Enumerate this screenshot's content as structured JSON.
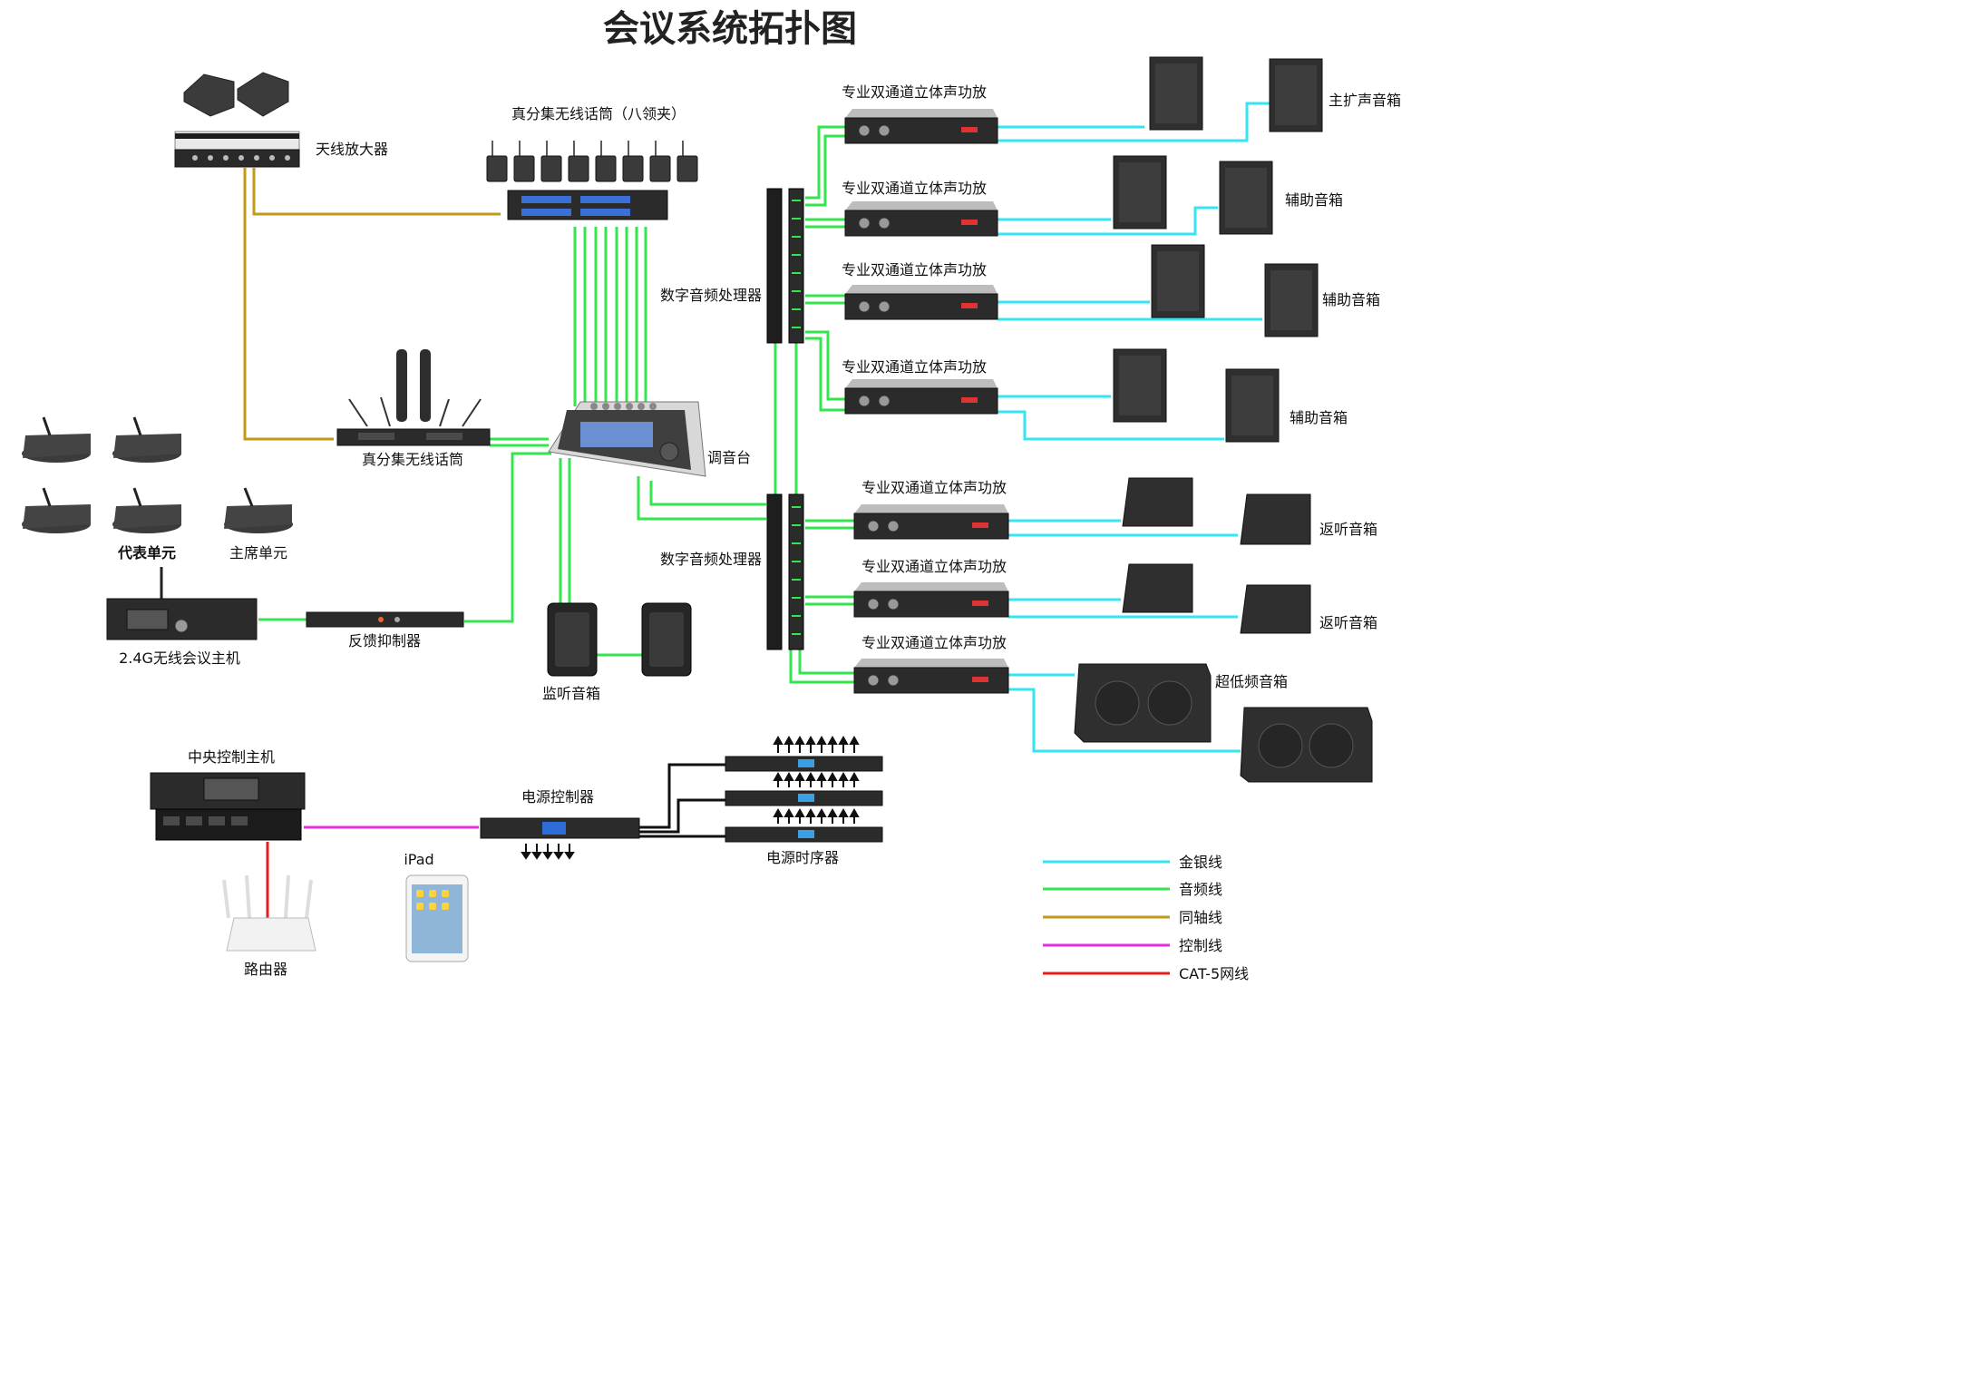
{
  "title": "会议系统拓扑图",
  "labels": {
    "antenna_amp": "天线放大器",
    "wireless_mic_8": "真分集无线话筒（八领夹）",
    "wireless_mic": "真分集无线话筒",
    "mixer": "调音台",
    "dsp": "数字音频处理器",
    "amp": "专业双通道立体声功放",
    "main_speaker": "主扩声音箱",
    "aux_speaker": "辅助音箱",
    "monitor_speaker_stage": "返听音箱",
    "subwoofer": "超低频音箱",
    "delegate_unit": "代表单元",
    "chairman_unit": "主席单元",
    "conference_host": "2.4G无线会议主机",
    "feedback_suppressor": "反馈抑制器",
    "monitor_speaker": "监听音箱",
    "central_control": "中央控制主机",
    "power_controller": "电源控制器",
    "power_sequencer": "电源时序器",
    "ipad": "iPad",
    "router": "路由器"
  },
  "legend": [
    {
      "label": "金银线",
      "color": "#33e6f2"
    },
    {
      "label": "音频线",
      "color": "#33e64d"
    },
    {
      "label": "同轴线",
      "color": "#c29a1a"
    },
    {
      "label": "控制线",
      "color": "#e62ee0"
    },
    {
      "label": "CAT-5网线",
      "color": "#e61e1e"
    }
  ],
  "colors": {
    "silver_cable": "#33e6f2",
    "audio_cable": "#33e64d",
    "coax_cable": "#c29a1a",
    "control_cable": "#e62ee0",
    "cat5_cable": "#e61e1e",
    "power_cable": "#111111"
  }
}
